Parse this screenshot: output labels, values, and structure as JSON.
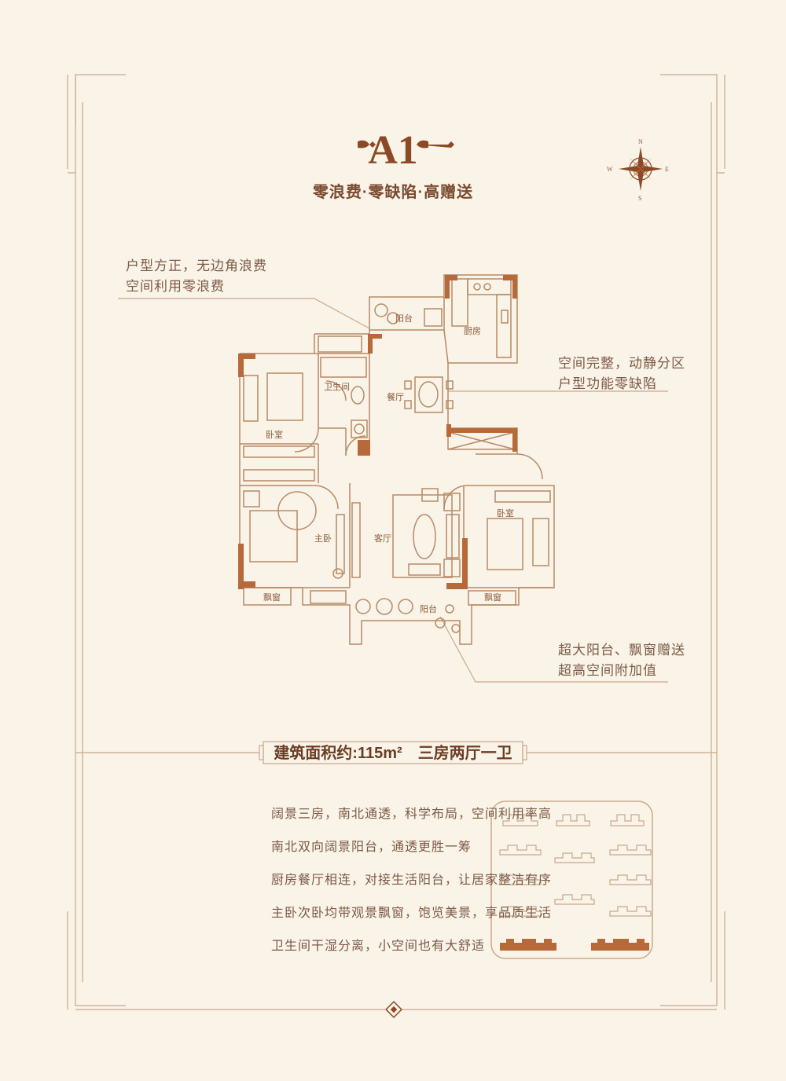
{
  "header": {
    "title": "A1",
    "subtitle": "零浪费·零缺陷·高赠送"
  },
  "compass": {
    "n": "N",
    "s": "S",
    "e": "E",
    "w": "W"
  },
  "callouts": [
    {
      "text": "户型方正，无边角浪费\n空间利用零浪费"
    },
    {
      "text": "空间完整，动静分区\n户型功能零缺陷"
    },
    {
      "text": "超大阳台、飘窗赠送\n超高空间附加值"
    }
  ],
  "rooms": {
    "balcony_north": "阳台",
    "kitchen": "厨房",
    "bathroom": "卫生间",
    "dining": "餐厅",
    "bedroom_west": "卧室",
    "master": "主卧",
    "living": "客厅",
    "bedroom_east": "卧室",
    "bay_west": "飘窗",
    "bay_east": "飘窗",
    "balcony_south": "阳台"
  },
  "area": {
    "label": "建筑面积约:115m²",
    "layout": "三房两厅一卫"
  },
  "features": [
    "阔景三房，南北通透，科学布局，空间利用率高",
    "南北双向阔景阳台，通透更胜一筹",
    "厨房餐厅相连，对接生活阳台，让居家整洁有序",
    "主卧次卧均带观景飘窗，饱览美景，享品质生活",
    "卫生间干湿分离，小空间也有大舒适"
  ],
  "colors": {
    "background": "#f9f3e8",
    "line": "#c9a98a",
    "wall": "#b8693a",
    "accent": "#8b4a25"
  }
}
